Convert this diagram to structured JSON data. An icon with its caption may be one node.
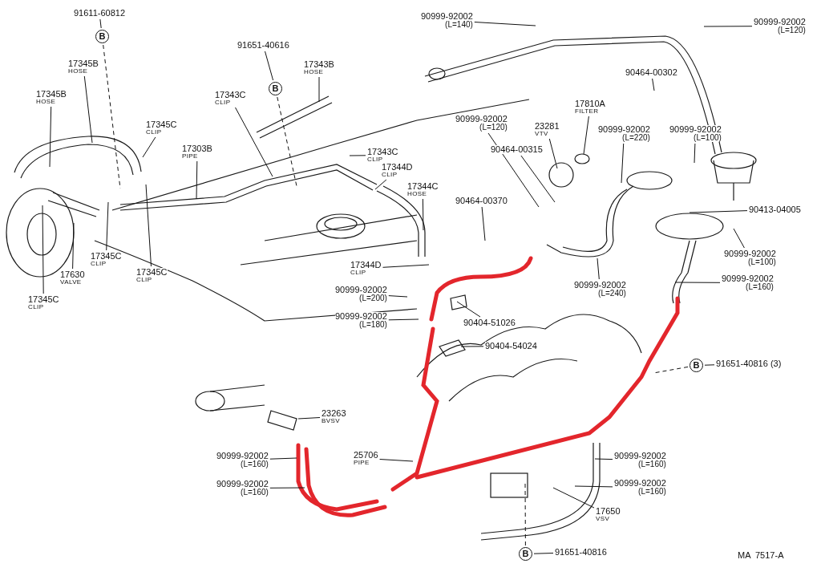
{
  "diagram": {
    "nodes": [
      {
        "text": [
          "91611-60812"
        ]
      },
      {
        "text": [
          "B"
        ]
      },
      {
        "text": [
          "17345B",
          "HOSE"
        ]
      },
      {
        "text": [
          "17345B",
          "HOSE"
        ]
      },
      {
        "text": [
          "91651-40616"
        ]
      },
      {
        "text": [
          "B"
        ]
      },
      {
        "text": [
          "17343B",
          "HOSE"
        ]
      },
      {
        "text": [
          "17343C",
          "CLIP"
        ]
      },
      {
        "text": [
          "17345C",
          "CLIP"
        ]
      },
      {
        "text": [
          "17303B",
          "PIPE"
        ]
      },
      {
        "text": [
          "17343C",
          "CLIP"
        ]
      },
      {
        "text": [
          "17344D",
          "CLIP"
        ]
      },
      {
        "text": [
          "17344C",
          "HOSE"
        ]
      },
      {
        "text": [
          "17344D",
          "CLIP"
        ]
      },
      {
        "text": [
          "17630",
          "VALVE"
        ]
      },
      {
        "text": [
          "17345C",
          "CLIP"
        ]
      },
      {
        "text": [
          "17345C",
          "CLIP"
        ]
      },
      {
        "text": [
          "17345C",
          "CLIP"
        ]
      },
      {
        "text": [
          "90999-92002",
          "(L=140)"
        ]
      },
      {
        "text": [
          "90999-92002",
          "(L=120)"
        ]
      },
      {
        "text": [
          "90464-00302"
        ]
      },
      {
        "text": [
          "90999-92002",
          "(L=120)"
        ]
      },
      {
        "text": [
          "23281",
          "VTV"
        ]
      },
      {
        "text": [
          "17810A",
          "FILTER"
        ]
      },
      {
        "text": [
          "90464-00315"
        ]
      },
      {
        "text": [
          "90999-92002",
          "(L=220)"
        ]
      },
      {
        "text": [
          "90999-92002",
          "(L=100)"
        ]
      },
      {
        "text": [
          "90413-04005"
        ]
      },
      {
        "text": [
          "90464-00370"
        ]
      },
      {
        "text": [
          "90999-92002",
          "(L=100)"
        ]
      },
      {
        "text": [
          "90999-92002",
          "(L=240)"
        ]
      },
      {
        "text": [
          "90999-92002",
          "(L=160)"
        ]
      },
      {
        "text": [
          "90999-92002",
          "(L=200)"
        ]
      },
      {
        "text": [
          "90999-92002",
          "(L=180)"
        ]
      },
      {
        "text": [
          "90404-51026"
        ]
      },
      {
        "text": [
          "90404-54024"
        ]
      },
      {
        "text": [
          "23263",
          "BVSV"
        ]
      },
      {
        "text": [
          "25706",
          "PIPE"
        ]
      },
      {
        "text": [
          "90999-92002",
          "(L=160)"
        ]
      },
      {
        "text": [
          "90999-92002",
          "(L=160)"
        ]
      },
      {
        "text": [
          "90999-92002",
          "(L=160)"
        ]
      },
      {
        "text": [
          "90999-92002",
          "(L=160)"
        ]
      },
      {
        "text": [
          "17650",
          "VSV"
        ]
      },
      {
        "text": [
          "B"
        ]
      },
      {
        "text": [
          "91651-40816 (3)"
        ]
      },
      {
        "text": [
          "B"
        ]
      },
      {
        "text": [
          "91651-40816"
        ]
      }
    ],
    "edges": [
      {
        "from": 0,
        "to": 1,
        "arrow": "none"
      },
      {
        "from": 1,
        "to": null,
        "arrow": "none",
        "style": "dashed"
      },
      {
        "from": 2,
        "to": null,
        "arrow": "none"
      },
      {
        "from": 3,
        "to": null,
        "arrow": "none"
      },
      {
        "from": 4,
        "to": 5,
        "arrow": "none"
      },
      {
        "from": 5,
        "to": null,
        "arrow": "none",
        "style": "dashed"
      },
      {
        "from": 6,
        "to": null,
        "arrow": "none"
      },
      {
        "from": 7,
        "to": null,
        "arrow": "none"
      },
      {
        "from": 8,
        "to": null,
        "arrow": "none"
      },
      {
        "from": 9,
        "to": null,
        "arrow": "none"
      },
      {
        "from": 10,
        "to": null,
        "arrow": "none"
      },
      {
        "from": 11,
        "to": null,
        "arrow": "none"
      },
      {
        "from": 12,
        "to": null,
        "arrow": "none"
      },
      {
        "from": 13,
        "to": null,
        "arrow": "none"
      },
      {
        "from": 14,
        "to": null,
        "arrow": "none"
      },
      {
        "from": 15,
        "to": null,
        "arrow": "none"
      },
      {
        "from": 16,
        "to": null,
        "arrow": "none"
      },
      {
        "from": 17,
        "to": null,
        "arrow": "none"
      },
      {
        "from": 18,
        "to": null,
        "arrow": "none"
      },
      {
        "from": 19,
        "to": null,
        "arrow": "none"
      },
      {
        "from": 20,
        "to": null,
        "arrow": "none"
      },
      {
        "from": 21,
        "to": null,
        "arrow": "none"
      },
      {
        "from": 22,
        "to": null,
        "arrow": "none"
      },
      {
        "from": 23,
        "to": null,
        "arrow": "none"
      },
      {
        "from": 24,
        "to": null,
        "arrow": "none"
      },
      {
        "from": 25,
        "to": null,
        "arrow": "none"
      },
      {
        "from": 26,
        "to": null,
        "arrow": "none"
      },
      {
        "from": 27,
        "to": null,
        "arrow": "none"
      },
      {
        "from": 28,
        "to": null,
        "arrow": "none"
      },
      {
        "from": 29,
        "to": null,
        "arrow": "none"
      },
      {
        "from": 30,
        "to": null,
        "arrow": "none"
      },
      {
        "from": 31,
        "to": null,
        "arrow": "none"
      },
      {
        "from": 32,
        "to": null,
        "arrow": "none"
      },
      {
        "from": 33,
        "to": null,
        "arrow": "none"
      },
      {
        "from": 34,
        "to": null,
        "arrow": "none"
      },
      {
        "from": 35,
        "to": null,
        "arrow": "none"
      },
      {
        "from": 36,
        "to": null,
        "arrow": "none"
      },
      {
        "from": 37,
        "to": null,
        "arrow": "none"
      },
      {
        "from": 38,
        "to": null,
        "arrow": "none"
      },
      {
        "from": 39,
        "to": null,
        "arrow": "none"
      },
      {
        "from": 40,
        "to": null,
        "arrow": "none"
      },
      {
        "from": 41,
        "to": null,
        "arrow": "none"
      },
      {
        "from": 42,
        "to": null,
        "arrow": "none"
      },
      {
        "from": 43,
        "to": null,
        "arrow": "none",
        "style": "dashed"
      },
      {
        "from": 44,
        "to": 43,
        "arrow": "none"
      },
      {
        "from": 45,
        "to": null,
        "arrow": "none",
        "style": "dashed"
      },
      {
        "from": 46,
        "to": 45,
        "arrow": "none"
      }
    ],
    "labels": [
      "MA  7517-A"
    ]
  }
}
